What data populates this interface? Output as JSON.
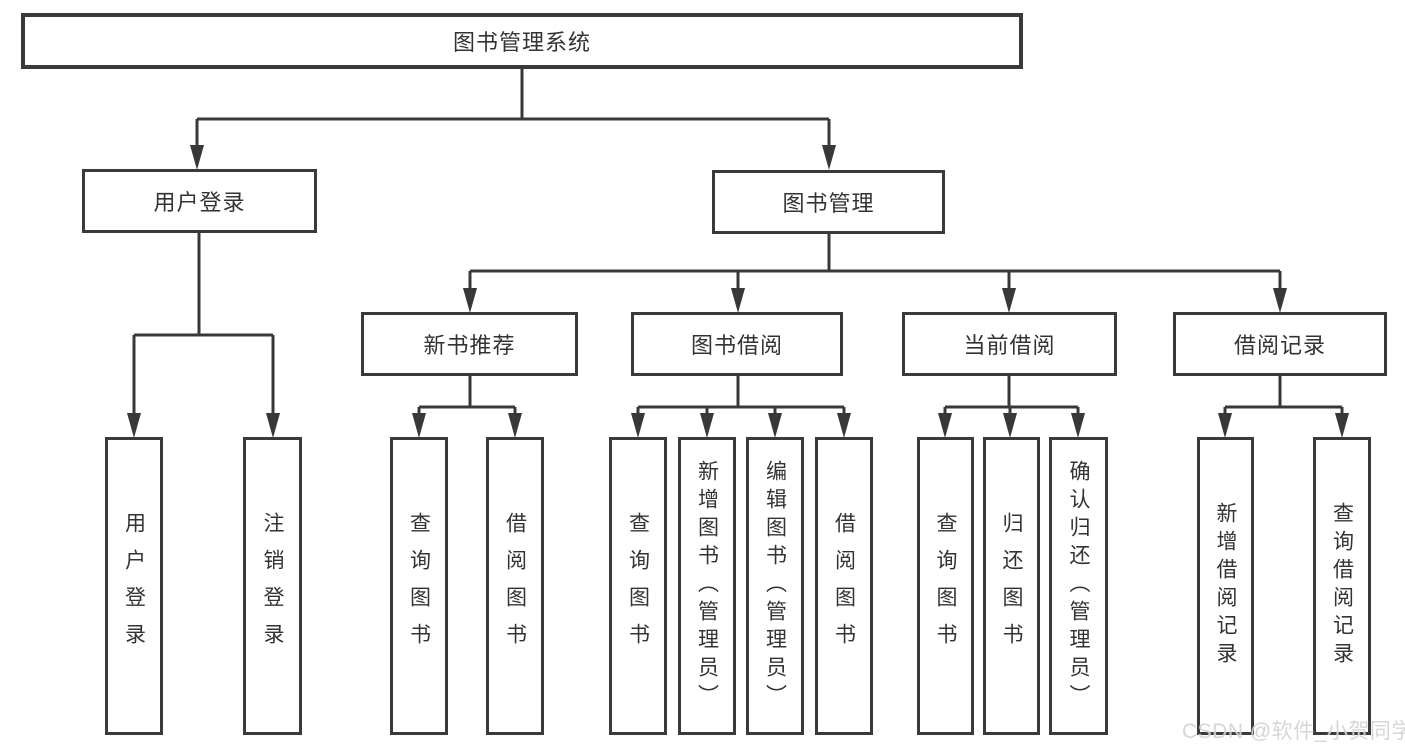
{
  "diagram": {
    "root": {
      "label": "图书管理系统",
      "children": [
        {
          "label": "用户登录",
          "children": [
            {
              "label": "用户登录"
            },
            {
              "label": "注销登录"
            }
          ]
        },
        {
          "label": "图书管理",
          "children": [
            {
              "label": "新书推荐",
              "children": [
                {
                  "label": "查询图书"
                },
                {
                  "label": "借阅图书"
                }
              ]
            },
            {
              "label": "图书借阅",
              "children": [
                {
                  "label": "查询图书"
                },
                {
                  "label": "新增图书（管理员）"
                },
                {
                  "label": "编辑图书（管理员）"
                },
                {
                  "label": "借阅图书"
                }
              ]
            },
            {
              "label": "当前借阅",
              "children": [
                {
                  "label": "查询图书"
                },
                {
                  "label": "归还图书"
                },
                {
                  "label": "确认归还（管理员）"
                }
              ]
            },
            {
              "label": "借阅记录",
              "children": [
                {
                  "label": "新增借阅记录"
                },
                {
                  "label": "查询借阅记录"
                }
              ]
            }
          ]
        }
      ]
    }
  },
  "watermark": {
    "text": "CSDN @软件_小贺同学"
  },
  "colors": {
    "line": "#383838",
    "box_border": "#3a3a3a",
    "text": "#333333",
    "watermark_text": "#d2d2d2",
    "background": "#ffffff"
  }
}
